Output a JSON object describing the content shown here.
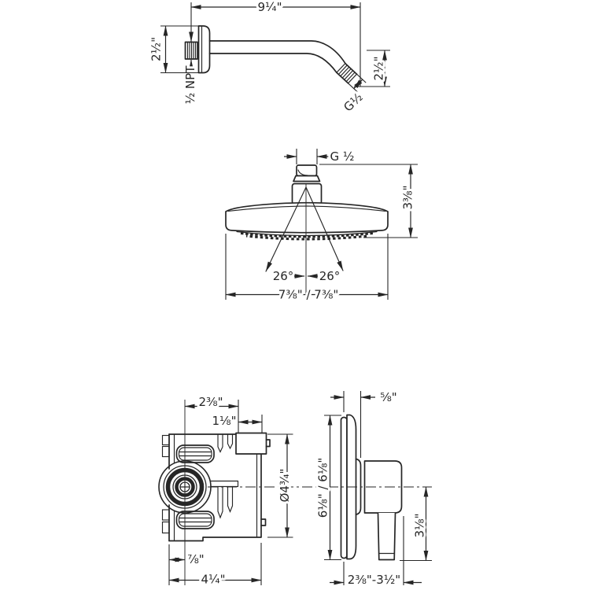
{
  "colors": {
    "line": "#262626",
    "background": "#ffffff"
  },
  "arm": {
    "length": "9¼\"",
    "flange": "2½\"",
    "wall_thread": "½ NPT",
    "outlet_thread": "G½",
    "outlet_height": "2½\""
  },
  "head": {
    "connection_thread": "G ½",
    "height": "3⅜\"",
    "spray_angle_left": "26°",
    "spray_angle_right": "26°",
    "diameter": "7⅜\" / 7⅜\""
  },
  "valve": {
    "top_offset": "2⅜\"",
    "outlet_offset": "1⅛\"",
    "plaster_guard": "Ø4¾\"",
    "bottom_offset": "⅞\"",
    "width": "4¼\""
  },
  "trim": {
    "escutcheon_depth": "⅝\"",
    "escutcheon": "6⅛\" / 6⅛\"",
    "handle": "3⅛\"",
    "depth_range": "2⅜\"-3½\""
  }
}
